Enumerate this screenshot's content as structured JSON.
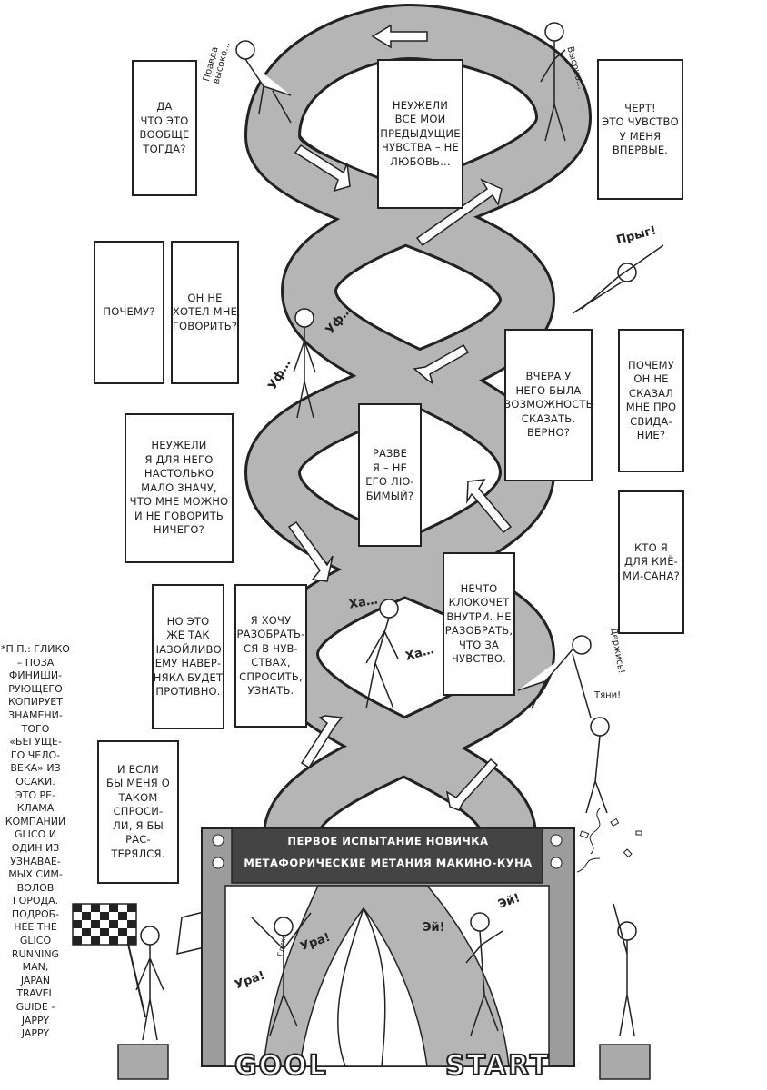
{
  "captions": {
    "c1": "Да\nчто это\nвообще\nтогда?",
    "c2": "Неужели\nвсе мои\nпредыдущие\nчувства – не\nлюбовь…",
    "c3": "Черт!\nЭто чувство\nу меня\nвпервые.",
    "c4": "Почему?",
    "c5": "Он не\nхотел мне\nговорить?",
    "c6": "Вчера у\nнего была\nвозможность\nсказать.\nВерно?",
    "c7": "Почему\nон не\nсказал\nмне про\nсвида-\nние?",
    "c8": "Неужели\nя для него\nнастолько\nмало значу,\nчто мне можно\nи не говорить\nничего?",
    "c9": "Разве\nя – не\nего лю-\nбимый?",
    "c10": "Кто я\nдля Киё-\nми-сана?",
    "c11": "Но это\nже так\nназойливо,\nему навер-\nняка будет\nпротивно.",
    "c12": "Я хочу\nразобрать-\nся в чув-\nствах,\nспросить,\nузнать.",
    "c13": "Нечто\nклокочет\nвнутри. Не\nразобрать,\nчто за\nчувство.",
    "c14": "И если\nбы меня о\nтаком спроси-\nли, я бы рас-\nтерялся."
  },
  "sfx": {
    "pravda": "Правда\nвысоко…",
    "vysoko": "Высоко…",
    "pryg": "Прыг!",
    "uf1": "Уф…",
    "uf2": "Уф…",
    "ha1": "Ха…",
    "ha2": "Ха…",
    "derzhis": "Держись!",
    "tyani": "Тяни!",
    "ura1": "Ура!",
    "ura2": "Ура!",
    "gliko": "Глико",
    "ei1": "Эй!",
    "ei2": "Эй!"
  },
  "banner": {
    "line1": "Первое испытание новичка",
    "line2": "Метафорические метания Макино-куна"
  },
  "floor": {
    "goal": "GOOL",
    "start": "START"
  },
  "translator_note": "*П.П.: Глико\n– поза\nфиниши-\nрующего\nкопирует\nзнамени-\nтого\n«бегуще-\nго чело-\nвека» из\nОсаки.\nЭто ре-\nклама\nкомпании\nGlico и\nодин из\nузнавае-\nмых сим-\nволов\nгорода.\nПодроб-\nнее The\nGlico\nRunning\nMan,\nJapan\nTravel\nGuide -\nJappy\nJappy"
}
